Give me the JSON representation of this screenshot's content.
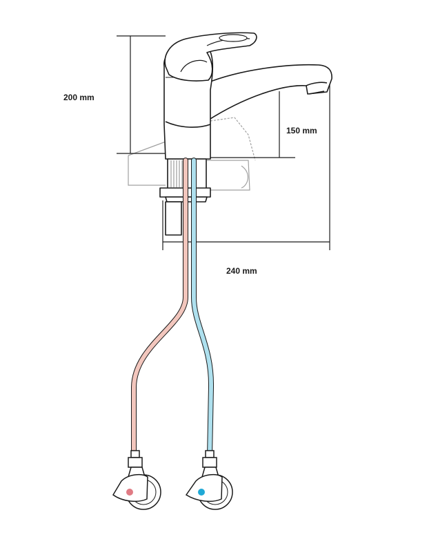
{
  "dimensions": {
    "total_height": "200 mm",
    "spout_height": "150 mm",
    "spout_reach": "240 mm"
  },
  "colors": {
    "hot_hose": "#f2c6bd",
    "hot_valve_dot": "#e07b84",
    "cold_hose": "#aee0ee",
    "cold_valve_dot": "#20a9d6",
    "line": "#1a1a1a",
    "counter_outline": "#a0a0a0"
  },
  "icons": [
    "faucet-icon",
    "hot-valve-icon",
    "cold-valve-icon"
  ]
}
